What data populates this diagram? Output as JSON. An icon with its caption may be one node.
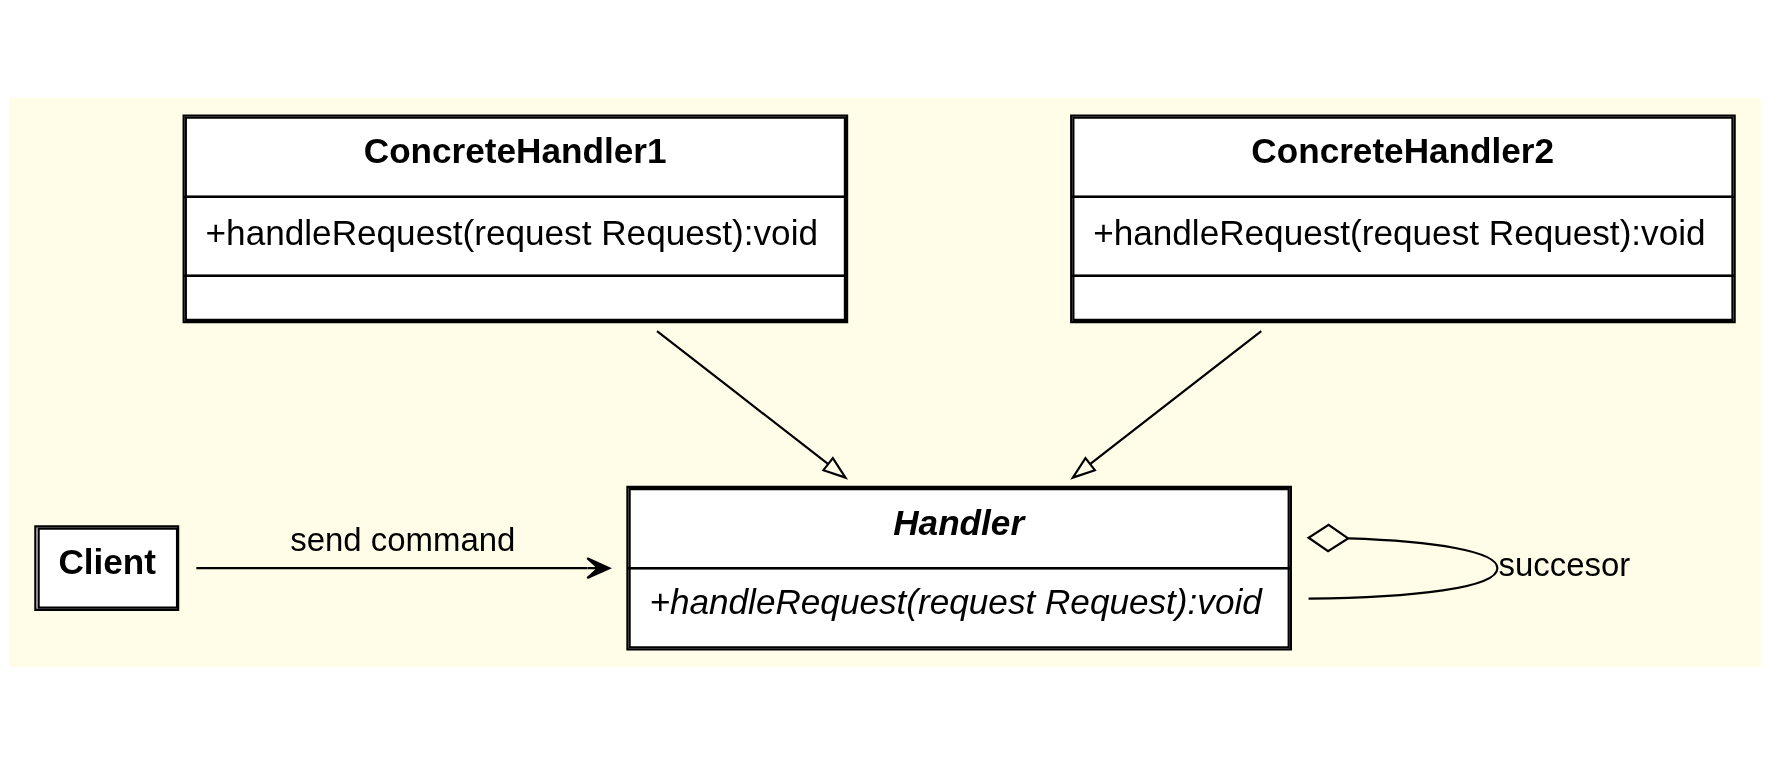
{
  "diagram": {
    "nodes": [
      {
        "text": [
          "Client"
        ]
      },
      {
        "text": [
          "Handler",
          "+handleRequest(request Request):void"
        ]
      },
      {
        "text": [
          "ConcreteHandler1",
          "+handleRequest(request Request):void"
        ]
      },
      {
        "text": [
          "ConcreteHandler2",
          "+handleRequest(request Request):void"
        ]
      }
    ],
    "edges": [
      {
        "from": 0,
        "to": 1,
        "arrow": "to",
        "label": "send command"
      },
      {
        "from": 1,
        "to": 1,
        "arrow": "other",
        "label": "succesor"
      },
      {
        "from": 2,
        "to": 1,
        "arrow": "to"
      },
      {
        "from": 3,
        "to": 1,
        "arrow": "to"
      }
    ]
  }
}
